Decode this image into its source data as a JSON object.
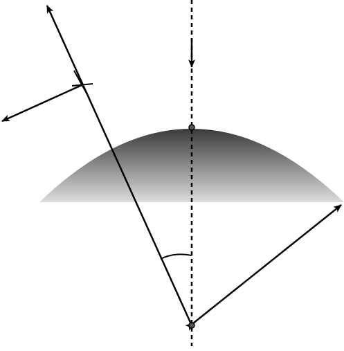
{
  "diagram": {
    "type": "geometry-diagram",
    "colors": {
      "stroke": "#000000",
      "background": "#ffffff",
      "dome_top": "#3a3a3a",
      "dome_bottom": "#dcdcdc",
      "point_fill": "#555555"
    },
    "elements": [
      "dome-segment",
      "vertical-dashed-axis",
      "downward-arrow",
      "tilted-line-with-arrow",
      "perpendicular-arrow",
      "tick-mark-cross",
      "angle-arc",
      "diagonal-double-arrow",
      "top-point",
      "bottom-point"
    ]
  }
}
